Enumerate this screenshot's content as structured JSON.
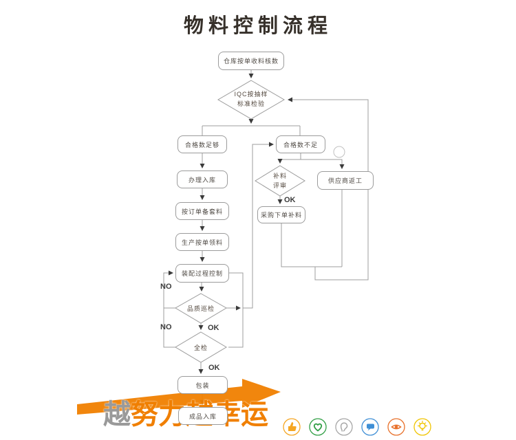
{
  "title": "物料控制流程",
  "flowchart": {
    "nodes": {
      "receive": "仓库按单收料核数",
      "iqc_line1": "IQC按抽样",
      "iqc_line2": "标准检验",
      "qualified_enough": "合格数足够",
      "qualified_insufficient": "合格数不足",
      "stock_in": "办理入库",
      "prepare_by_order": "按订单备套料",
      "production_pick": "生产按单领料",
      "assembly_control": "装配过程控制",
      "patrol_inspection": "品质巡检",
      "full_inspection": "全检",
      "packing": "包装",
      "finished_stock_in": "成品入库",
      "supplier_rework": "供应商返工",
      "review_line1": "补料",
      "review_line2": "评审",
      "purchase_replenish": "采购下单补料"
    },
    "edge_labels": {
      "patrol_no": "NO",
      "patrol_ok": "OK",
      "full_no": "NO",
      "full_ok": "OK",
      "review_ok": "OK"
    }
  },
  "watermark": {
    "seg_gray": "越",
    "seg_orange": "努力越幸运",
    "orange_color": "#f07f00",
    "gray_color": "#9a9a9a"
  },
  "footer_icons": [
    {
      "name": "thumb-up-icon",
      "color": "#f5a623"
    },
    {
      "name": "heart-icon",
      "color": "#2f9e44"
    },
    {
      "name": "ear-icon",
      "color": "#a6a6a6"
    },
    {
      "name": "comment-icon",
      "color": "#3f8fd6"
    },
    {
      "name": "eye-icon",
      "color": "#e8702a"
    },
    {
      "name": "bulb-icon",
      "color": "#f0c400"
    }
  ]
}
